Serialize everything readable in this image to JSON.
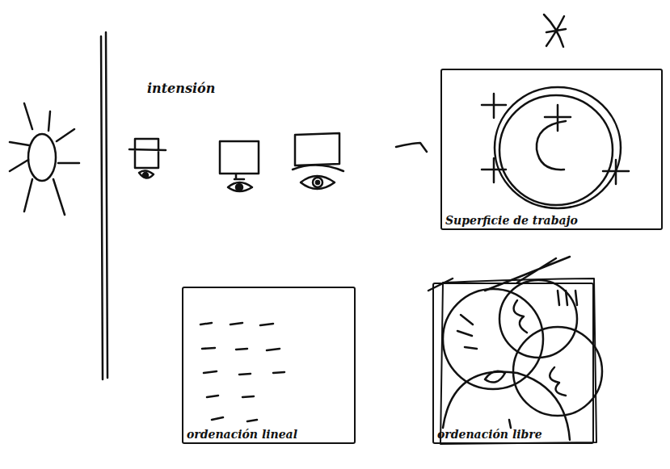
{
  "diagram": {
    "nodes": [
      {
        "text": [
          "Superficie de trabajo"
        ]
      },
      {
        "text": [
          "ordenación lineal"
        ]
      },
      {
        "text": [
          "ordenación libre"
        ]
      }
    ],
    "labels": [
      "intensión"
    ]
  }
}
